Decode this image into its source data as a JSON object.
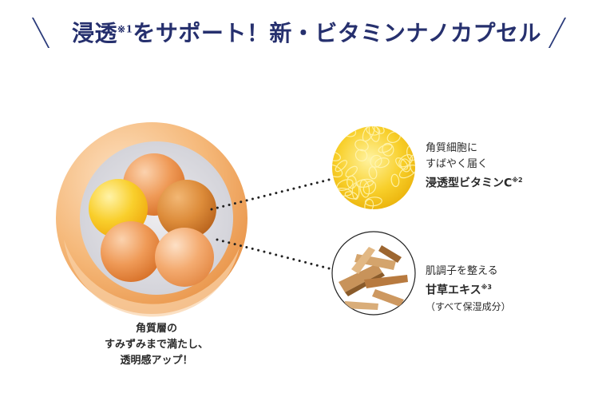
{
  "headline": {
    "title_part1": "浸透",
    "title_note": "※1",
    "title_part2": "をサポート！新・ビタミンナノカプセル"
  },
  "vitamin_c": {
    "line1": "角質細胞に",
    "line2": "すばやく届く",
    "line3": "浸透型ビタミンC",
    "note": "※2"
  },
  "licorice": {
    "line1": "肌調子を整える",
    "line2": "甘草エキス",
    "note": "※3",
    "line3": "（すべて保湿成分）"
  },
  "stratum_caption": {
    "line1": "角質層の",
    "line2": "すみずみまで満たし、",
    "line3": "透明感アップ！"
  },
  "colors": {
    "title": "#26306e",
    "capsule_shell": "#f3b06e",
    "ball_orange": "#e8893e",
    "ball_yellow": "#f7c61a",
    "vitamin_gold": "#f5c10e"
  }
}
